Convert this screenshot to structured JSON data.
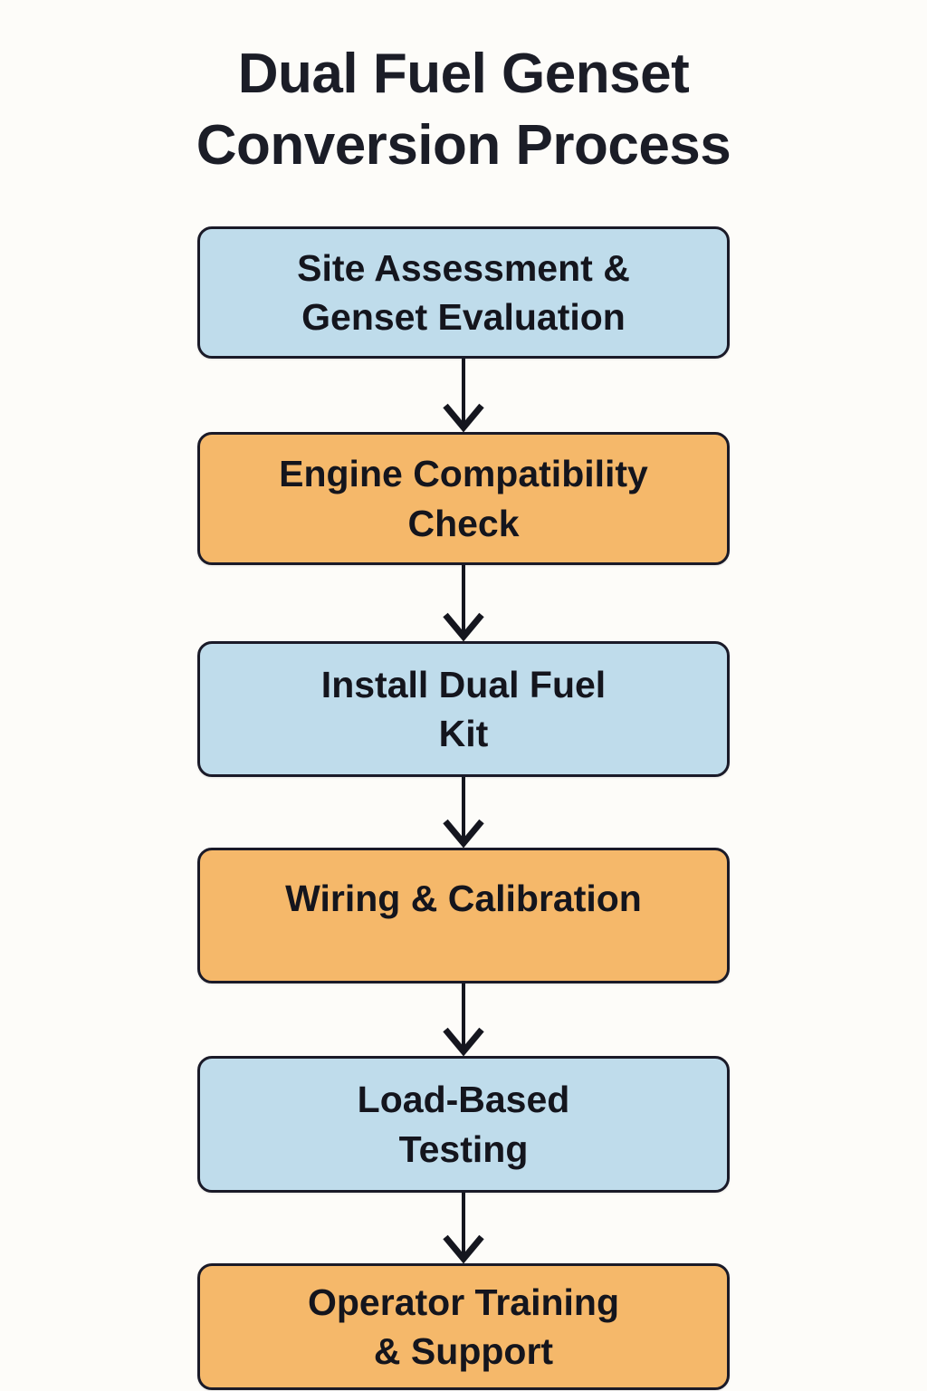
{
  "page": {
    "title": "Dual Fuel Genset\nConversion Process",
    "background_color": "#fdfcf9",
    "text_color": "#1b1d27"
  },
  "palette": {
    "blue_fill": "#bfdceb",
    "orange_fill": "#f5b86a",
    "stroke": "#1a1a28",
    "node_text": "#14151d"
  },
  "flowchart": {
    "type": "vertical-process-flow",
    "orientation": "top-to-bottom",
    "node_count": 6,
    "connector_count": 5,
    "connector_style": "straight-line-with-v-arrowhead",
    "nodes": [
      {
        "id": "step-1",
        "label": "Site Assessment &\nGenset Evaluation",
        "fill": "blue",
        "order": 1
      },
      {
        "id": "step-2",
        "label": "Engine Compatibility\nCheck",
        "fill": "orange",
        "order": 2
      },
      {
        "id": "step-3",
        "label": "Install Dual Fuel\nKit",
        "fill": "blue",
        "order": 3
      },
      {
        "id": "step-4",
        "label": "Wiring & Calibration",
        "fill": "orange",
        "order": 4
      },
      {
        "id": "step-5",
        "label": "Load-Based\nTesting",
        "fill": "blue",
        "order": 5
      },
      {
        "id": "step-6",
        "label": "Operator Training\n& Support",
        "fill": "orange",
        "order": 6
      }
    ],
    "connectors": [
      {
        "id": "arrow-1",
        "from": "step-1",
        "to": "step-2"
      },
      {
        "id": "arrow-2",
        "from": "step-2",
        "to": "step-3"
      },
      {
        "id": "arrow-3",
        "from": "step-3",
        "to": "step-4"
      },
      {
        "id": "arrow-4",
        "from": "step-4",
        "to": "step-5"
      },
      {
        "id": "arrow-5",
        "from": "step-5",
        "to": "step-6"
      }
    ]
  }
}
